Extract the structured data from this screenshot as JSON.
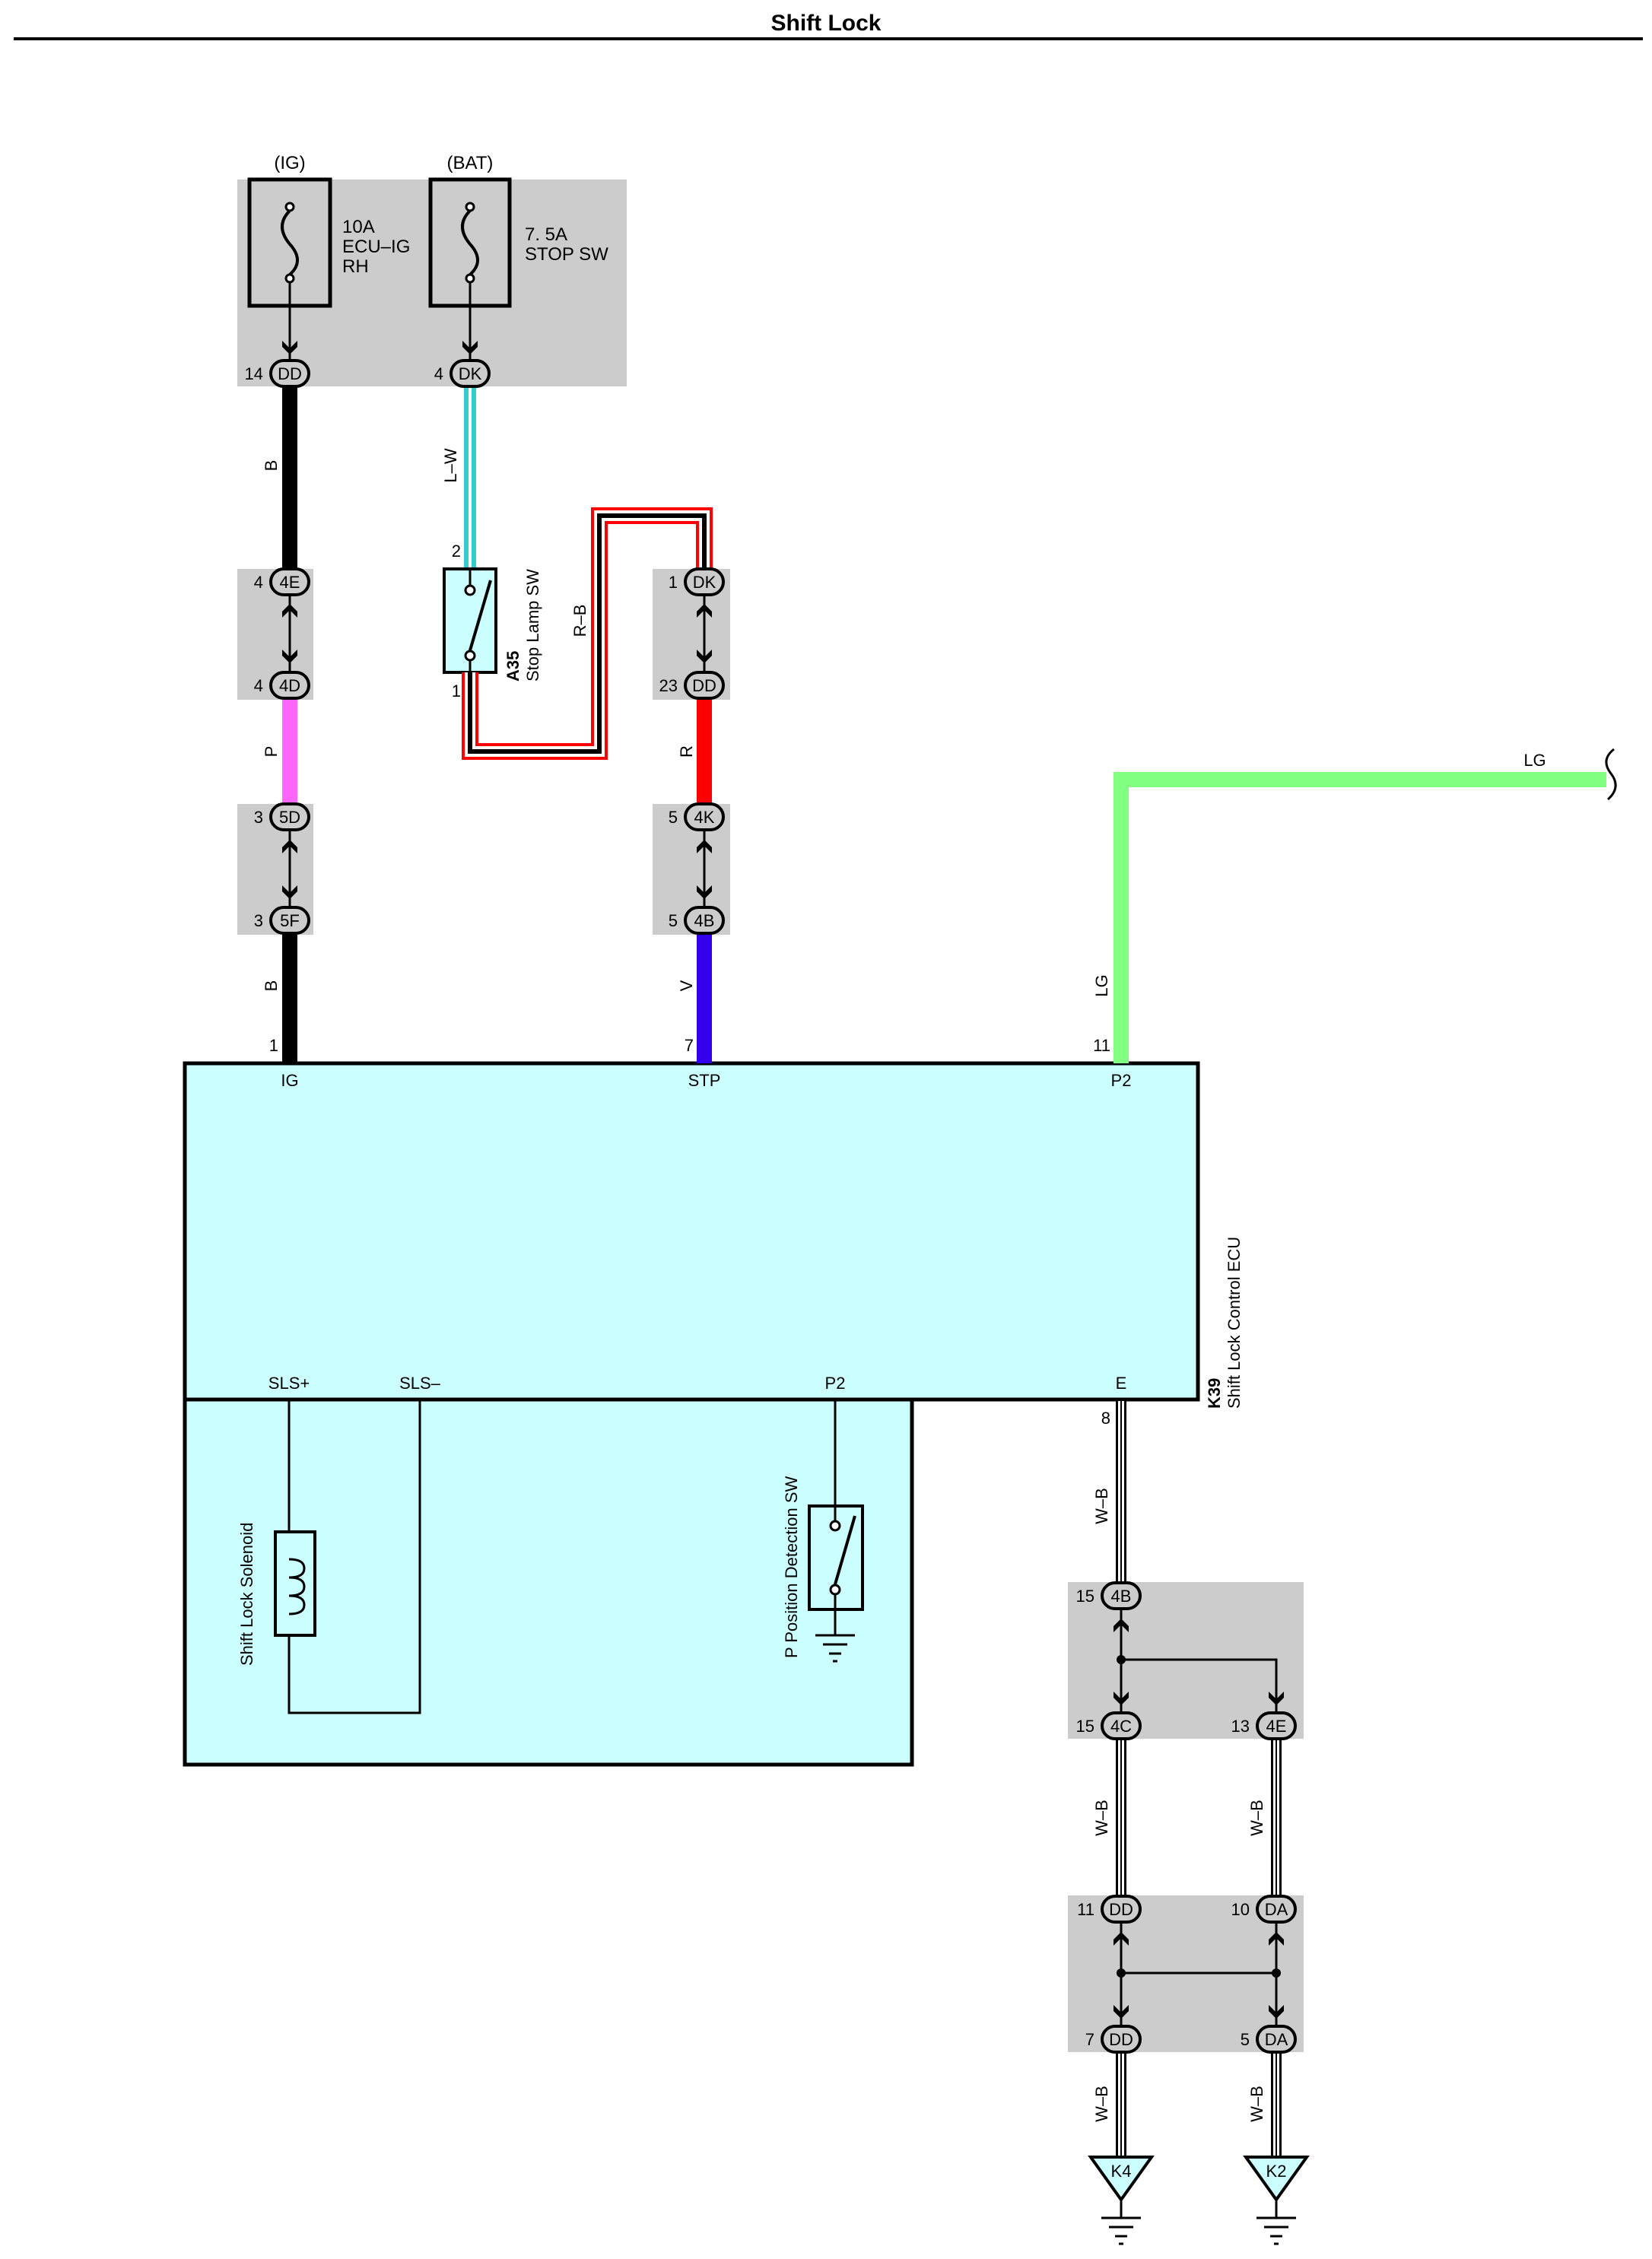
{
  "title": "Shift Lock",
  "colors": {
    "ecu_fill": "#ccffff",
    "junction_fill": "#cccccc",
    "wire_B": "#000000",
    "wire_P": "#ff66ff",
    "wire_LW": "#33cccc",
    "wire_R": "#ff0000",
    "wire_V": "#3300ee",
    "wire_LG": "#80ff80",
    "wire_WB": "#000000"
  },
  "fuses": {
    "ig": {
      "source": "(IG)",
      "rating": "10A",
      "name_line1": "ECU–IG",
      "name_line2": "RH"
    },
    "bat": {
      "source": "(BAT)",
      "rating": "7. 5A",
      "name": "STOP SW"
    }
  },
  "connectors": {
    "dd_14": {
      "pin": "14",
      "code": "DD"
    },
    "dk_4": {
      "pin": "4",
      "code": "DK"
    },
    "e4_4": {
      "pin": "4",
      "code": "4E"
    },
    "d4_4": {
      "pin": "4",
      "code": "4D"
    },
    "d5_3": {
      "pin": "3",
      "code": "5D"
    },
    "f5_3": {
      "pin": "3",
      "code": "5F"
    },
    "dk_1": {
      "pin": "1",
      "code": "DK"
    },
    "dd_23": {
      "pin": "23",
      "code": "DD"
    },
    "k4_5": {
      "pin": "5",
      "code": "4K"
    },
    "b4_5": {
      "pin": "5",
      "code": "4B"
    },
    "b4_15": {
      "pin": "15",
      "code": "4B"
    },
    "c4_15": {
      "pin": "15",
      "code": "4C"
    },
    "e4_13": {
      "pin": "13",
      "code": "4E"
    },
    "dd_11": {
      "pin": "11",
      "code": "DD"
    },
    "da_10": {
      "pin": "10",
      "code": "DA"
    },
    "dd_7": {
      "pin": "7",
      "code": "DD"
    },
    "da_5": {
      "pin": "5",
      "code": "DA"
    }
  },
  "wire_labels": {
    "b_upper": "B",
    "lw": "L–W",
    "rb": "R–B",
    "p": "P",
    "r": "R",
    "b_lower": "B",
    "v": "V",
    "lg_vertical": "LG",
    "lg_horizontal": "LG",
    "wb_1": "W–B",
    "wb_2": "W–B",
    "wb_3": "W–B",
    "wb_4": "W–B",
    "wb_5": "W–B"
  },
  "stop_lamp_sw": {
    "code": "A35",
    "name": "Stop Lamp SW",
    "pin_top": "2",
    "pin_bottom": "1"
  },
  "ecu": {
    "code": "K39",
    "name": "Shift Lock Control ECU",
    "pins": {
      "ig": {
        "num": "1",
        "name": "IG"
      },
      "stp": {
        "num": "7",
        "name": "STP"
      },
      "p2_top": {
        "num": "11",
        "name": "P2"
      },
      "e": {
        "num": "8",
        "name": "E"
      },
      "sls_plus": "SLS+",
      "sls_minus": "SLS–",
      "p2_bottom": "P2"
    }
  },
  "solenoid": "Shift Lock Solenoid",
  "p_position_sw": "P Position Detection SW",
  "grounds": {
    "k4": "K4",
    "k2": "K2"
  }
}
